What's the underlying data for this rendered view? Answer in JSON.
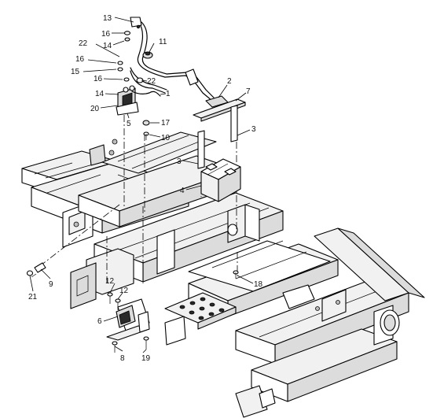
{
  "callouts": {
    "c1": "1",
    "c2": "2",
    "c3a": "3",
    "c3b": "3",
    "c4": "4",
    "c5": "5",
    "c6": "6",
    "c7": "7",
    "c8": "8",
    "c9": "9",
    "c10": "10",
    "c11": "11",
    "c12a": "12",
    "c12b": "12",
    "c13": "13",
    "c14a": "14",
    "c14b": "14",
    "c15": "15",
    "c16a": "16",
    "c16b": "16",
    "c16c": "16",
    "c17": "17",
    "c18": "18",
    "c19": "19",
    "c20": "20",
    "c21": "21",
    "c22a": "22",
    "c22b": "22"
  }
}
